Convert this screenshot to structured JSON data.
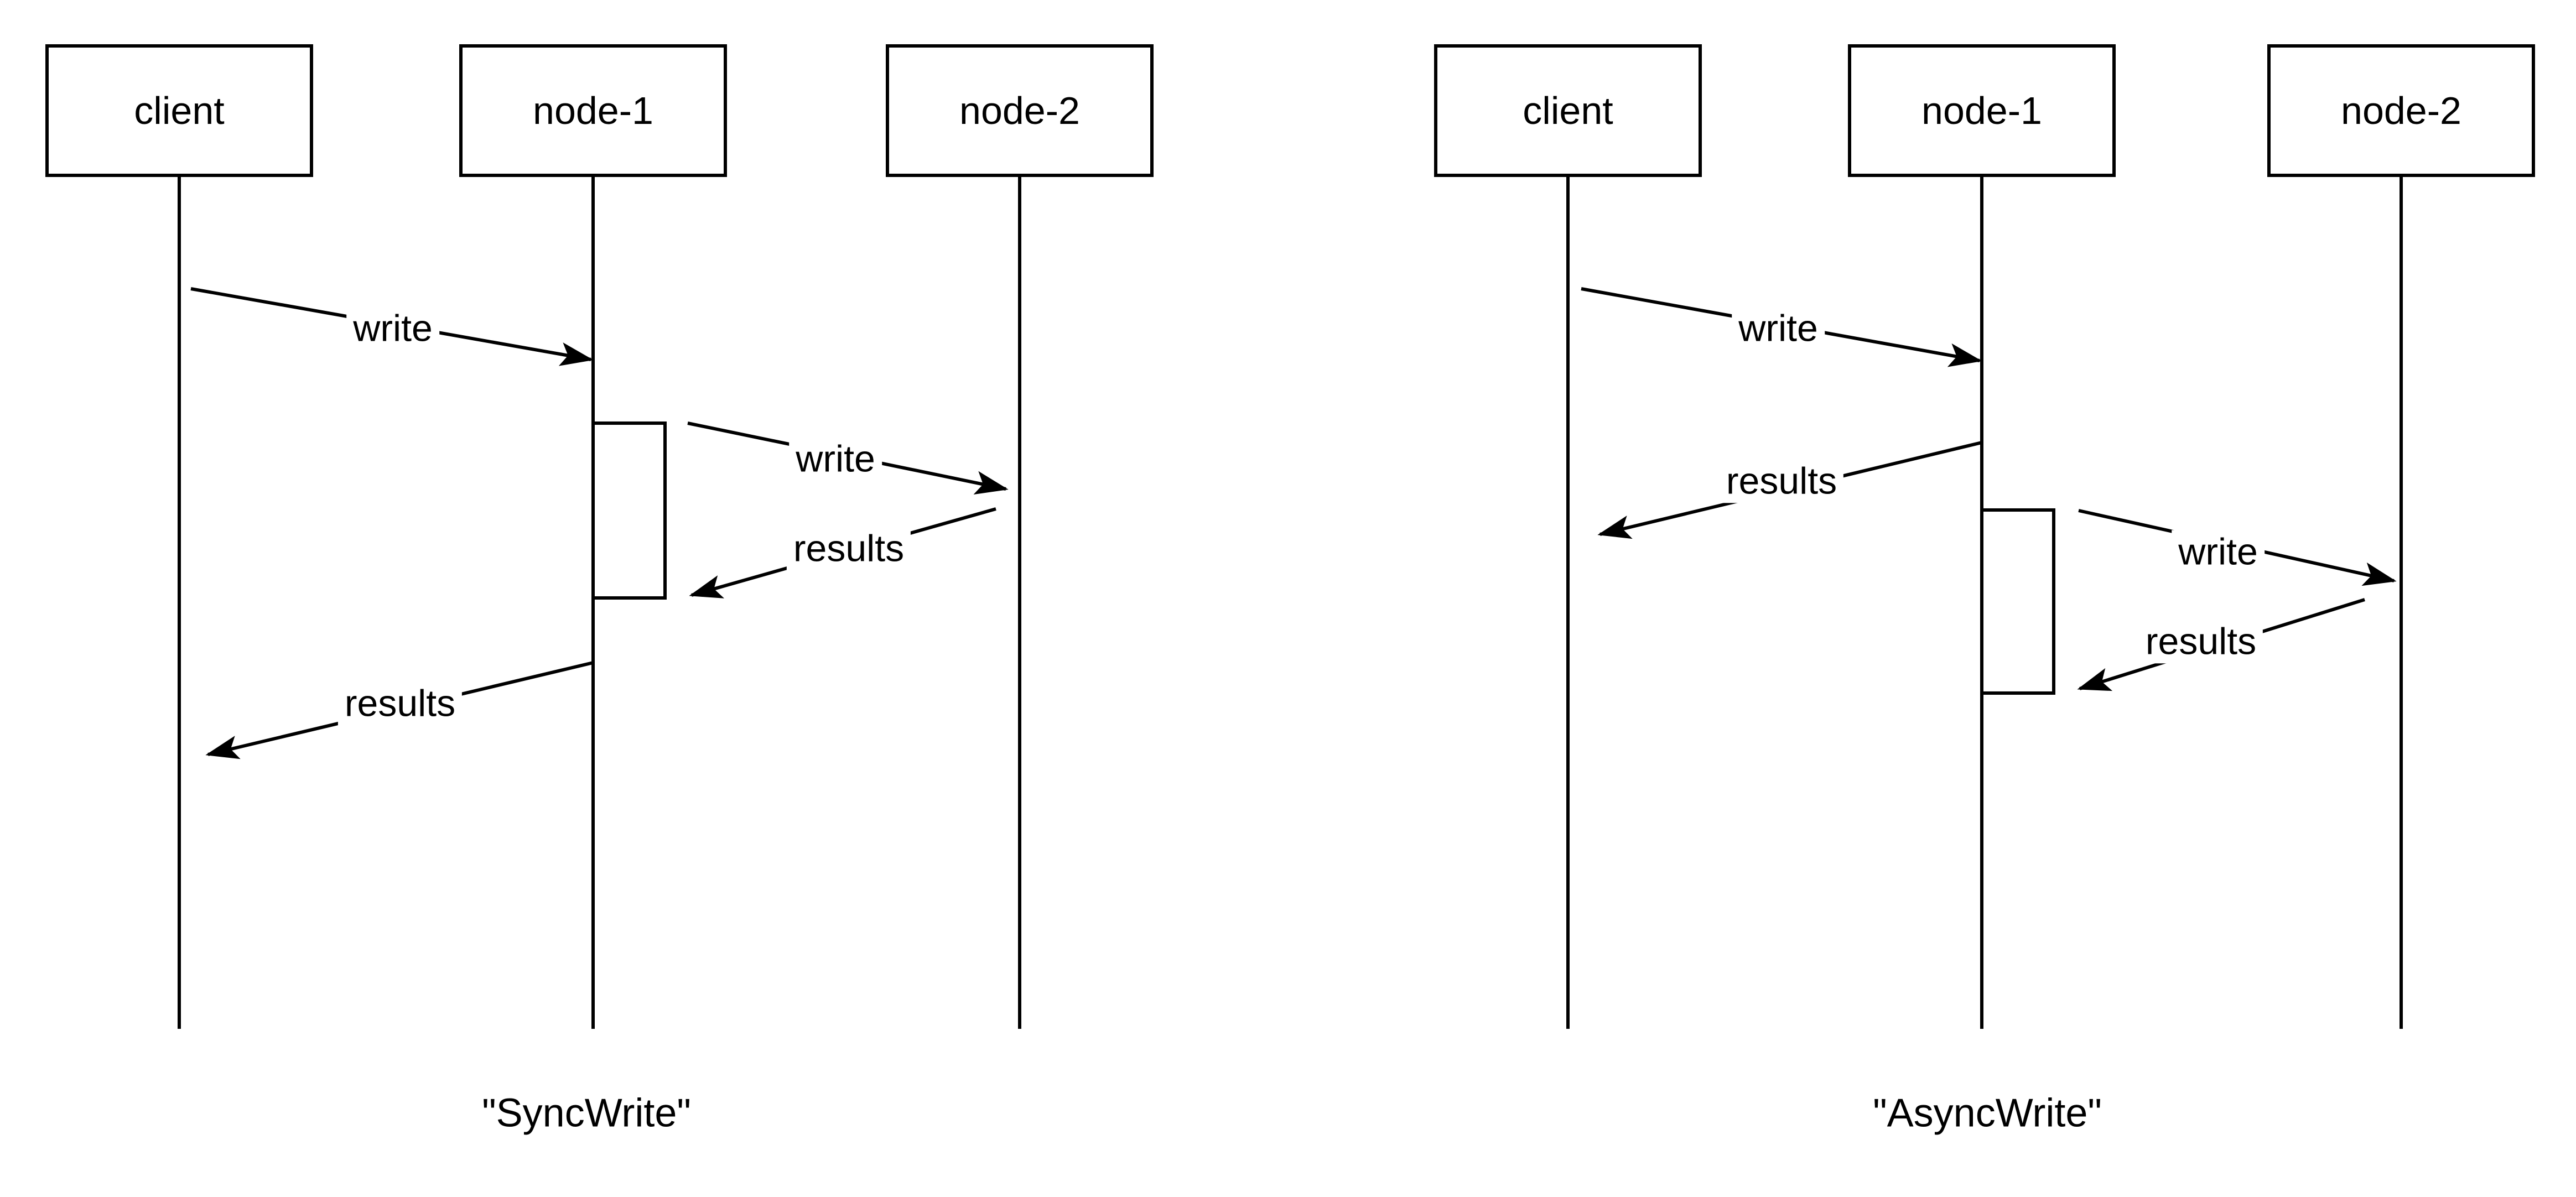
{
  "colors": {
    "stroke": "#000000",
    "background": "#ffffff"
  },
  "diagrams": [
    {
      "caption": "\"SyncWrite\"",
      "actors": [
        {
          "label": "client"
        },
        {
          "label": "node-1"
        },
        {
          "label": "node-2"
        }
      ],
      "messages": [
        {
          "label": "write",
          "from": "client",
          "to": "node-1"
        },
        {
          "label": "write",
          "from": "node-1",
          "to": "node-2"
        },
        {
          "label": "results",
          "from": "node-2",
          "to": "node-1"
        },
        {
          "label": "results",
          "from": "node-1",
          "to": "client"
        }
      ]
    },
    {
      "caption": "\"AsyncWrite\"",
      "actors": [
        {
          "label": "client"
        },
        {
          "label": "node-1"
        },
        {
          "label": "node-2"
        }
      ],
      "messages": [
        {
          "label": "write",
          "from": "client",
          "to": "node-1"
        },
        {
          "label": "results",
          "from": "node-1",
          "to": "client"
        },
        {
          "label": "write",
          "from": "node-1",
          "to": "node-2"
        },
        {
          "label": "results",
          "from": "node-2",
          "to": "node-1"
        }
      ]
    }
  ]
}
